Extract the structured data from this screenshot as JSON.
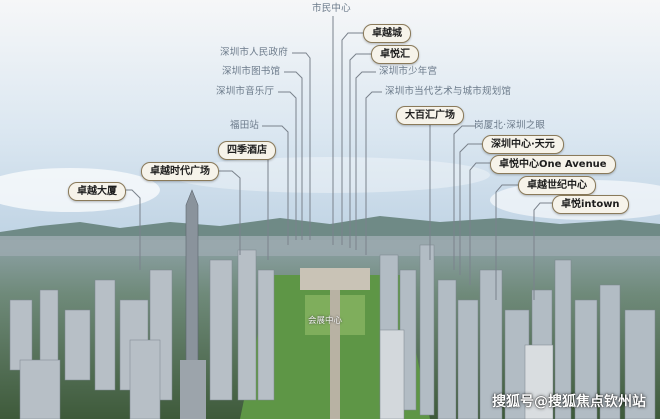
{
  "labels": {
    "top_center": "市民中心",
    "gov": "深圳市人民政府",
    "library": "深圳市图书馆",
    "concert": "深圳市音乐厅",
    "futian_station": "福田站",
    "youth_palace": "深圳市少年宫",
    "art_museum": "深圳市当代艺术与城市规划馆",
    "gangxia_eye": "岗厦北·深圳之眼",
    "exhibition_center": "会展中心"
  },
  "badges": {
    "zhuoyue_city": "卓越城",
    "zhuoyue_hui": "卓悦汇",
    "four_seasons": "四季酒店",
    "zhuoyue_times": "卓越时代广场",
    "zhuoyue_tower": "卓越大厦",
    "dabaihui": "大百汇广场",
    "tianyuan": "深圳中心·天元",
    "one_avenue": "卓悦中心One Avenue",
    "century_center": "卓越世纪中心",
    "intown": "卓悦intown"
  },
  "watermark": "搜狐号@搜狐焦点钦州站",
  "colors": {
    "sky_top": "#f4f6f8",
    "sky_bottom": "#c9dbea",
    "leader_line": "#7a828c",
    "badge_border": "#8a7a5a",
    "park_green": "#4f8a3a"
  }
}
